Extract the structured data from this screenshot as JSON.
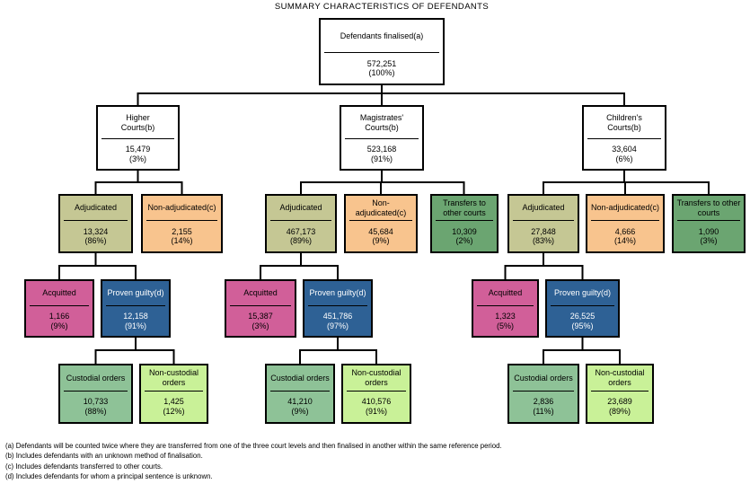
{
  "title": "SUMMARY CHARACTERISTICS OF DEFENDANTS",
  "colors": {
    "adjudicated": "#c5c794",
    "non_adjudicated": "#f8c48e",
    "transfers": "#6ba571",
    "acquitted": "#d15f99",
    "proven_guilty": "#2e6195",
    "custodial": "#8ec297",
    "non_custodial": "#c9f198",
    "plain": "#ffffff",
    "line": "#000000"
  },
  "root": {
    "label": "Defendants finalised(a)",
    "value": "572,251",
    "pct": "(100%)"
  },
  "branches": {
    "higher": {
      "court": {
        "label": "Higher Courts(b)",
        "value": "15,479",
        "pct": "(3%)"
      },
      "adjudicated": {
        "label": "Adjudicated",
        "value": "13,324",
        "pct": "(86%)"
      },
      "non_adjudicated": {
        "label": "Non-adjudicated(c)",
        "value": "2,155",
        "pct": "(14%)"
      },
      "acquitted": {
        "label": "Acquitted",
        "value": "1,166",
        "pct": "(9%)"
      },
      "proven_guilty": {
        "label": "Proven guilty(d)",
        "value": "12,158",
        "pct": "(91%)"
      },
      "custodial": {
        "label": "Custodial orders",
        "value": "10,733",
        "pct": "(88%)"
      },
      "non_custodial": {
        "label": "Non-custodial orders",
        "value": "1,425",
        "pct": "(12%)"
      }
    },
    "magistrates": {
      "court": {
        "label": "Magistrates' Courts(b)",
        "value": "523,168",
        "pct": "(91%)"
      },
      "adjudicated": {
        "label": "Adjudicated",
        "value": "467,173",
        "pct": "(89%)"
      },
      "non_adjudicated": {
        "label": "Non-adjudicated(c)",
        "value": "45,684",
        "pct": "(9%)"
      },
      "transfers": {
        "label": "Transfers to other courts",
        "value": "10,309",
        "pct": "(2%)"
      },
      "acquitted": {
        "label": "Acquitted",
        "value": "15,387",
        "pct": "(3%)"
      },
      "proven_guilty": {
        "label": "Proven guilty(d)",
        "value": "451,786",
        "pct": "(97%)"
      },
      "custodial": {
        "label": "Custodial orders",
        "value": "41,210",
        "pct": "(9%)"
      },
      "non_custodial": {
        "label": "Non-custodial orders",
        "value": "410,576",
        "pct": "(91%)"
      }
    },
    "childrens": {
      "court": {
        "label": "Children's Courts(b)",
        "value": "33,604",
        "pct": "(6%)"
      },
      "adjudicated": {
        "label": "Adjudicated",
        "value": "27,848",
        "pct": "(83%)"
      },
      "non_adjudicated": {
        "label": "Non-adjudicated(c)",
        "value": "4,666",
        "pct": "(14%)"
      },
      "transfers": {
        "label": "Transfers to other courts",
        "value": "1,090",
        "pct": "(3%)"
      },
      "acquitted": {
        "label": "Acquitted",
        "value": "1,323",
        "pct": "(5%)"
      },
      "proven_guilty": {
        "label": "Proven guilty(d)",
        "value": "26,525",
        "pct": "(95%)"
      },
      "custodial": {
        "label": "Custodial orders",
        "value": "2,836",
        "pct": "(11%)"
      },
      "non_custodial": {
        "label": "Non-custodial orders",
        "value": "23,689",
        "pct": "(89%)"
      }
    }
  },
  "footnotes": [
    "(a) Defendants will be counted twice where they are transferred from one of the three court levels and then finalised in another within the same reference period.",
    "(b) Includes defendants with an unknown method of finalisation.",
    "(c) Includes defendants transferred to other courts.",
    "(d) Includes defendants for whom a principal sentence is unknown."
  ]
}
